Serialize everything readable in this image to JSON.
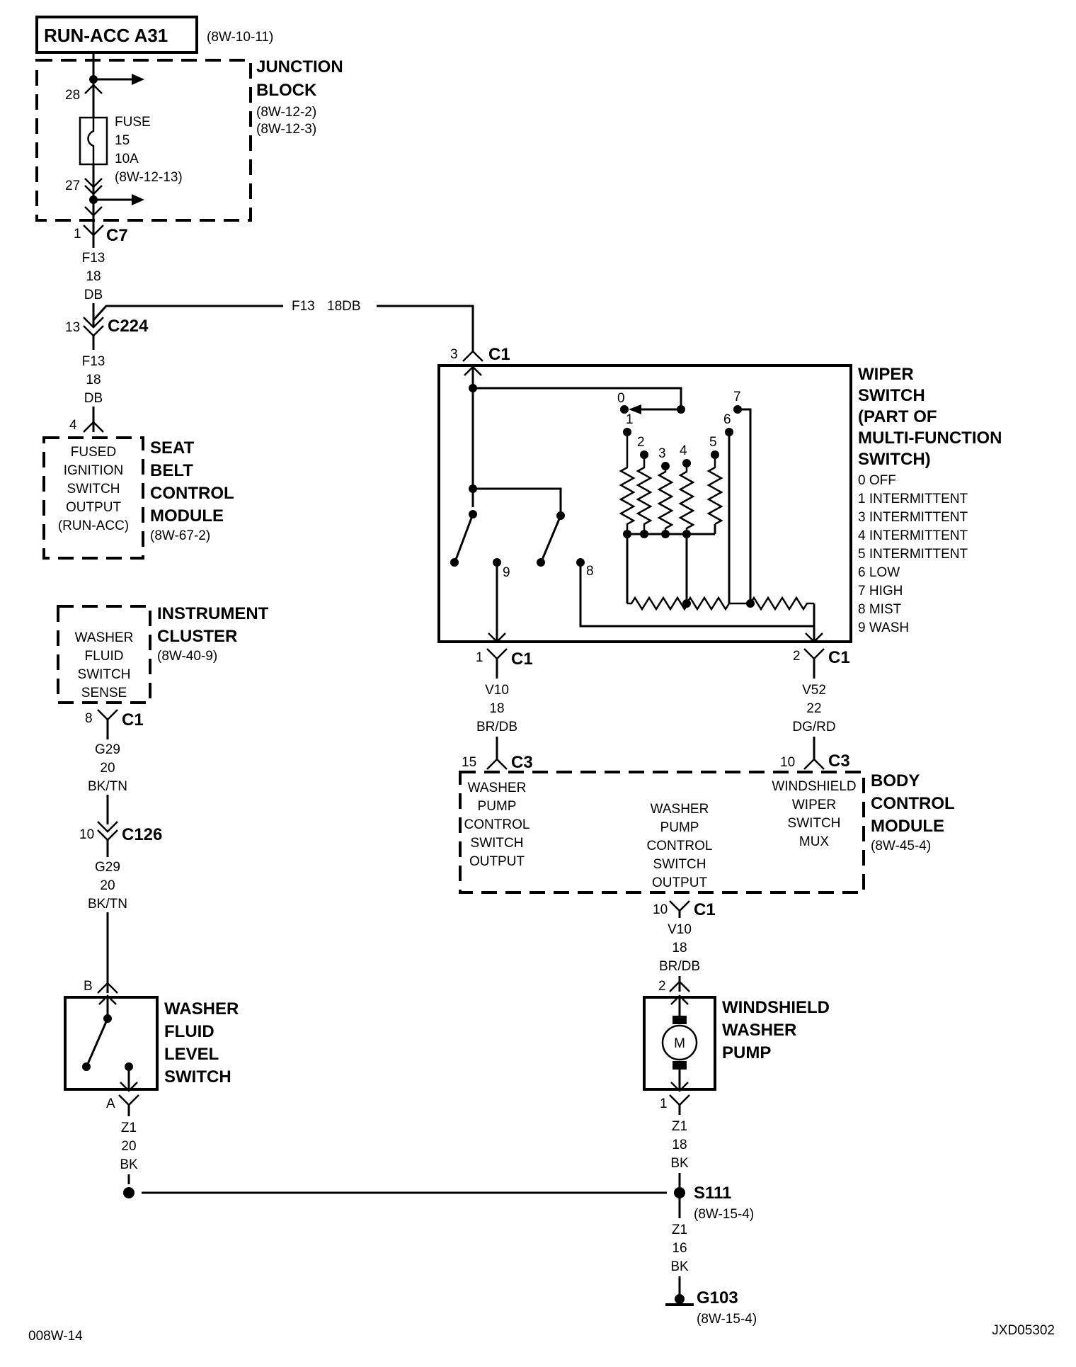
{
  "run_acc": {
    "title": "RUN-ACC A31",
    "ref": "(8W-10-11)"
  },
  "junction_block": {
    "name_1": "JUNCTION",
    "name_2": "BLOCK",
    "ref_1": "(8W-12-2)",
    "ref_2": "(8W-12-3)",
    "fuse_1": "FUSE",
    "fuse_2": "15",
    "fuse_3": "10A",
    "fuse_4": "(8W-12-13)",
    "pin_in": "28",
    "pin_out": "27"
  },
  "c7": {
    "pin": "1",
    "name": "C7"
  },
  "wire_f13_a": {
    "c": "F13",
    "g": "18",
    "col": "DB"
  },
  "wire_f13_branch": {
    "c": "F13",
    "g": "18DB"
  },
  "c224": {
    "pin": "13",
    "name": "C224"
  },
  "wire_f13_b": {
    "c": "F13",
    "g": "18",
    "col": "DB"
  },
  "seat_belt": {
    "pin": "4",
    "inner": [
      "FUSED",
      "IGNITION",
      "SWITCH",
      "OUTPUT",
      "(RUN-ACC)"
    ],
    "name": [
      "SEAT",
      "BELT",
      "CONTROL",
      "MODULE"
    ],
    "ref": "(8W-67-2)"
  },
  "instrument_cluster": {
    "name_1": "INSTRUMENT",
    "name_2": "CLUSTER",
    "ref": "(8W-40-9)",
    "inner": [
      "WASHER",
      "FLUID",
      "SWITCH",
      "SENSE"
    ],
    "pin": "8",
    "conn": "C1"
  },
  "wire_g29_a": {
    "c": "G29",
    "g": "20",
    "col": "BK/TN"
  },
  "c126": {
    "pin": "10",
    "name": "C126"
  },
  "wire_g29_b": {
    "c": "G29",
    "g": "20",
    "col": "BK/TN"
  },
  "washer_fluid_level": {
    "name": [
      "WASHER",
      "FLUID",
      "LEVEL",
      "SWITCH"
    ],
    "pin_top": "B",
    "pin_bot": "A"
  },
  "wire_z1_a": {
    "c": "Z1",
    "g": "20",
    "col": "BK"
  },
  "wiper_switch": {
    "c1_top_pin": "3",
    "c1_top": "C1",
    "name": [
      "WIPER",
      "SWITCH",
      "(PART OF",
      "MULTI-FUNCTION",
      "SWITCH)"
    ],
    "legend": [
      "0 OFF",
      "1 INTERMITTENT",
      "3 INTERMITTENT",
      "4 INTERMITTENT",
      "5 INTERMITTENT",
      "6 LOW",
      "7 HIGH",
      "8 MIST",
      "9 WASH"
    ],
    "positions": [
      "0",
      "1",
      "2",
      "3",
      "4",
      "5",
      "6",
      "7",
      "8",
      "9"
    ],
    "c1_left_pin": "1",
    "c1_left": "C1",
    "c1_right_pin": "2",
    "c1_right": "C1"
  },
  "wire_v10_a": {
    "c": "V10",
    "g": "18",
    "col": "BR/DB"
  },
  "wire_v52": {
    "c": "V52",
    "g": "22",
    "col": "DG/RD"
  },
  "bcm": {
    "c3_left_pin": "15",
    "c3_left": "C3",
    "c3_right_pin": "10",
    "c3_right": "C3",
    "name": [
      "BODY",
      "CONTROL",
      "MODULE"
    ],
    "ref": "(8W-45-4)",
    "left_inner": [
      "WASHER",
      "PUMP",
      "CONTROL",
      "SWITCH",
      "OUTPUT"
    ],
    "mid_inner": [
      "WASHER",
      "PUMP",
      "CONTROL",
      "SWITCH",
      "OUTPUT"
    ],
    "right_inner": [
      "WINDSHIELD",
      "WIPER",
      "SWITCH",
      "MUX"
    ],
    "c1_pin": "10",
    "c1": "C1"
  },
  "wire_v10_b": {
    "c": "V10",
    "g": "18",
    "col": "BR/DB"
  },
  "washer_pump": {
    "pin_top": "2",
    "pin_bot": "1",
    "motor": "M",
    "name": [
      "WINDSHIELD",
      "WASHER",
      "PUMP"
    ]
  },
  "wire_z1_b": {
    "c": "Z1",
    "g": "18",
    "col": "BK"
  },
  "s111": {
    "name": "S111",
    "ref": "(8W-15-4)"
  },
  "wire_z1_c": {
    "c": "Z1",
    "g": "16",
    "col": "BK"
  },
  "g103": {
    "name": "G103",
    "ref": "(8W-15-4)"
  },
  "footer": {
    "left": "008W-14",
    "right": "JXD05302"
  }
}
